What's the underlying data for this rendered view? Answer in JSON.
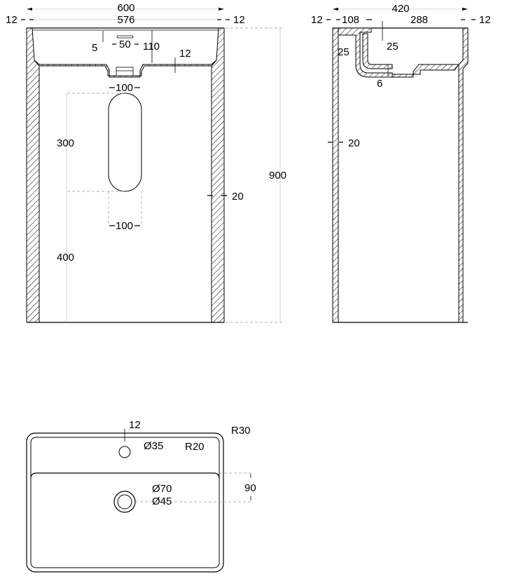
{
  "front_view": {
    "overall_width": "600",
    "inner_width": "576",
    "left_wall": "12",
    "right_wall": "12",
    "overflow_depth": "5",
    "overflow_width": "50",
    "basin_depth": "110",
    "bottom_thickness": "12",
    "drain_width": "100",
    "opening_height": "300",
    "opening_width": "100",
    "lower_height": "400",
    "side_wall": "20",
    "total_height": "900"
  },
  "side_view": {
    "overall_depth": "420",
    "left_wall": "12",
    "front_part": "108",
    "rear_part": "288",
    "right_wall": "12",
    "offset_a": "25",
    "offset_b": "25",
    "gap": "6",
    "wall": "20"
  },
  "top_view": {
    "top_margin": "12",
    "tap_hole": "Ø35",
    "outer_radius": "R30",
    "inner_radius": "R20",
    "drain_outer": "Ø70",
    "drain_inner": "Ø45",
    "drain_offset": "90"
  }
}
